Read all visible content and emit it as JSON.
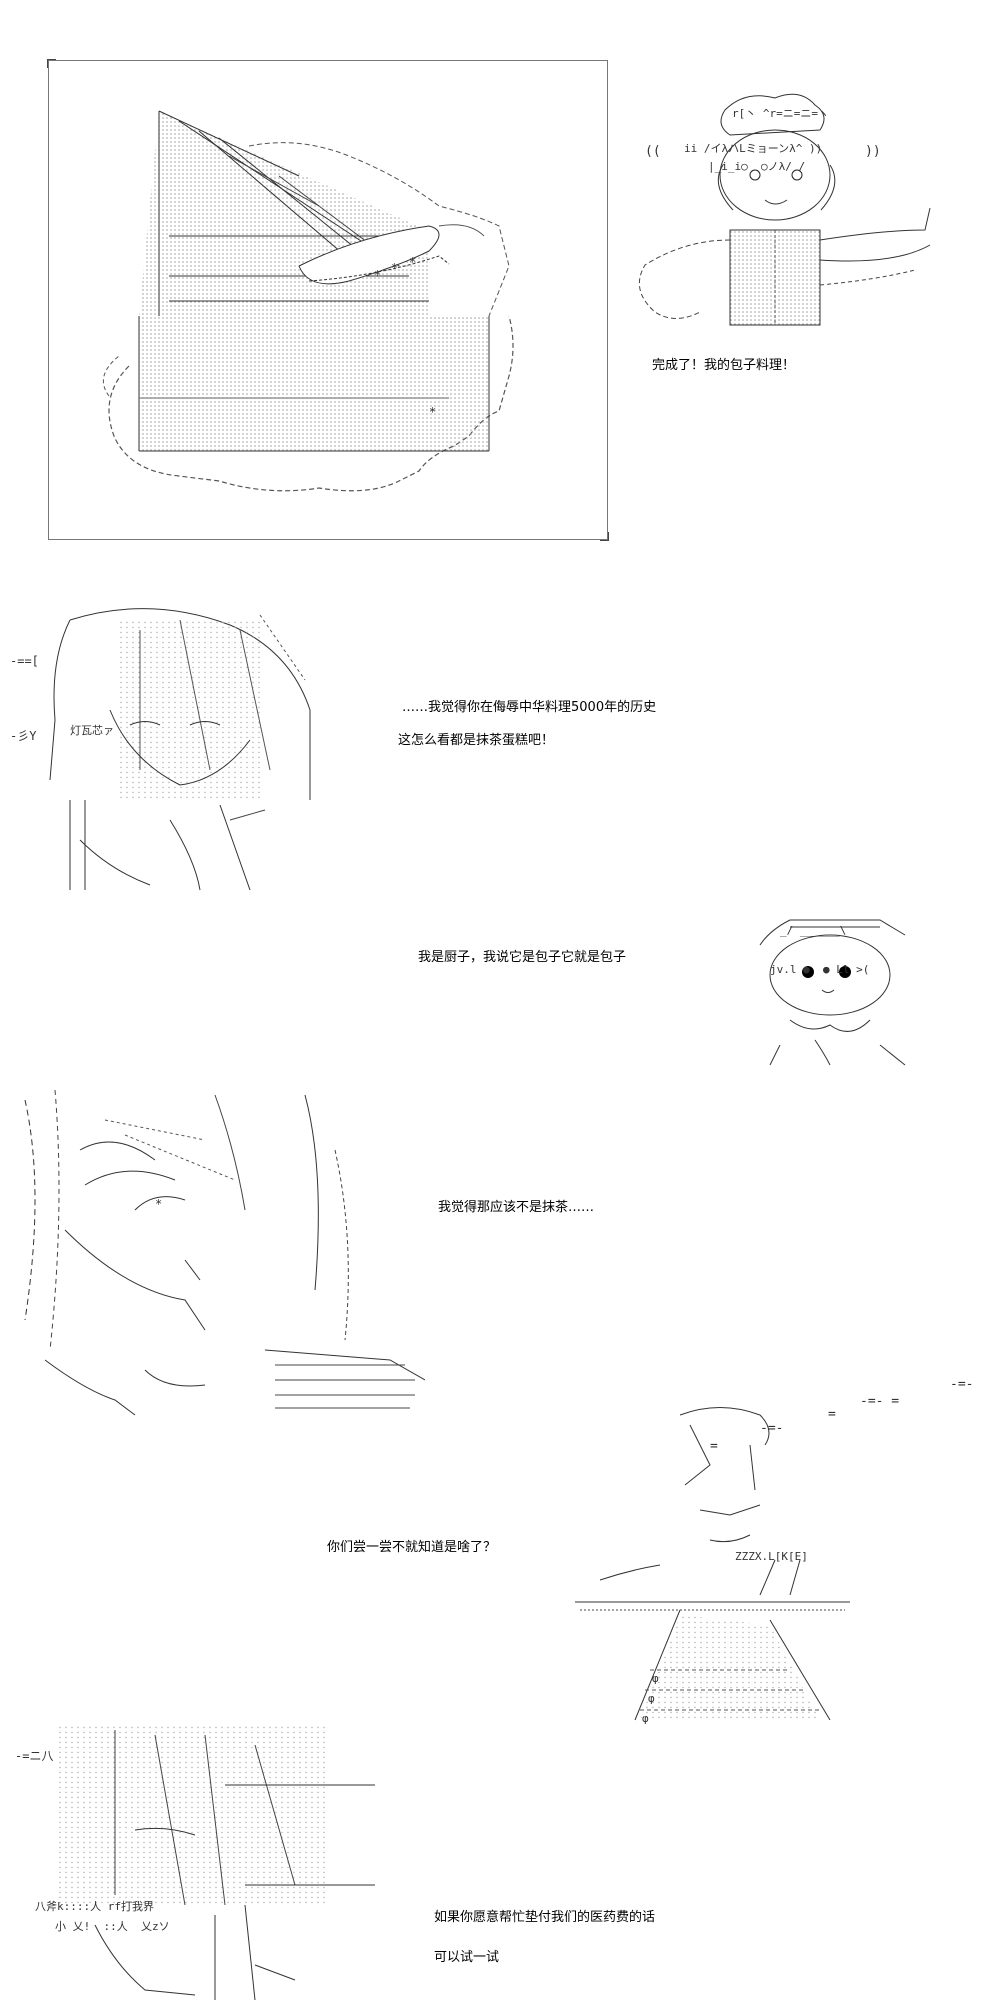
{
  "dialogue": {
    "line1": "完成了！我的包子料理！",
    "line2": "……我觉得你在侮辱中华料理5000年的历史",
    "line3": "这怎么看都是抹茶蛋糕吧！",
    "line4": "我是厨子，我说它是包子它就是包子",
    "line5": "我觉得那应该不是抹茶……",
    "line6": "你们尝一尝不就知道是啥了？",
    "line7": "如果你愿意帮忙垫付我们的医药费的话",
    "line8": "可以试一试"
  },
  "art_text": {
    "cook_tag": "r[丶 ^r=ニ=ニ=ヽ",
    "cook_face": "ii /イλハLミョーンλ^ ))",
    "cook_eyes": "|_i_i○  ○ノλ/ /",
    "girl_mark": "灯瓦芯ァ",
    "maid_hat": "_/ ______\\",
    "maid_eyes": "jv.l ●  ● Ll >(",
    "sleeper_tag": "ZZZX.L[K[E]",
    "pleader_tag": "八斧k::::人 rf打我界",
    "pleader_mark": "小 乂!  ::人  乂zソ"
  },
  "colors": {
    "text": "#000000",
    "frame": "#777777",
    "art_stroke": "#333333",
    "dots": "#9a9a9a"
  },
  "icons": {
    "cake": "green-tea-cake-art",
    "cook": "cook-character-art",
    "girl": "long-hair-girl-art",
    "maid": "maid-character-art",
    "glasses": "glasses-character-art",
    "sleeper": "sleeping-character-art",
    "pleader": "pleading-character-art"
  }
}
